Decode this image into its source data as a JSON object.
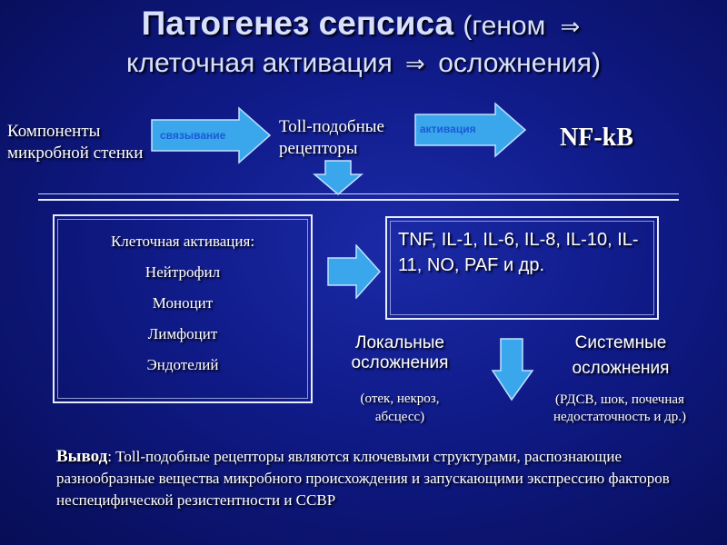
{
  "title": {
    "line1_bold": "Патогенез сепсиса",
    "line1_rest": "(геном",
    "arrow_symbol": "⇒",
    "line2_a": "клеточная активация",
    "line2_b": "осложнения)"
  },
  "top_row": {
    "component_line1": "Компоненты",
    "component_line2": "микробной стенки",
    "arrow1_label": "связывание",
    "receptor_line1": "Toll-подобные",
    "receptor_line2": "рецепторы",
    "arrow2_label": "активация",
    "result": "NF-kB"
  },
  "cell_box": {
    "heading": "Клеточная активация:",
    "items": [
      "Нейтрофил",
      "Моноцит",
      "Лимфоцит",
      "Эндотелий"
    ]
  },
  "mediators": "TNF, IL-1, IL-6, IL-8, IL-10, IL-11, NO, PAF и др.",
  "local": {
    "title_line1": "Локальные",
    "title_line2": "осложнения",
    "sub_line1": "(отек, некроз,",
    "sub_line2": "абсцесс)"
  },
  "systemic": {
    "title_line1": "Системные",
    "title_line2": "осложнения",
    "sub_line1": "(РДСВ, шок, почечная",
    "sub_line2": "недостаточность и др.)"
  },
  "conclusion": {
    "label": "Вывод",
    "text": ": Toll-подобные рецепторы являются ключевыми структурами, распознающие разнообразные вещества микробного происхождения и запускающими экспрессию факторов неспецифической резистентности и ССВР"
  },
  "colors": {
    "background": "#0f1a86",
    "arrow_fill": "#3aa6ec",
    "arrow_label": "#1a5bd6",
    "title_text": "#d8e0ff"
  }
}
